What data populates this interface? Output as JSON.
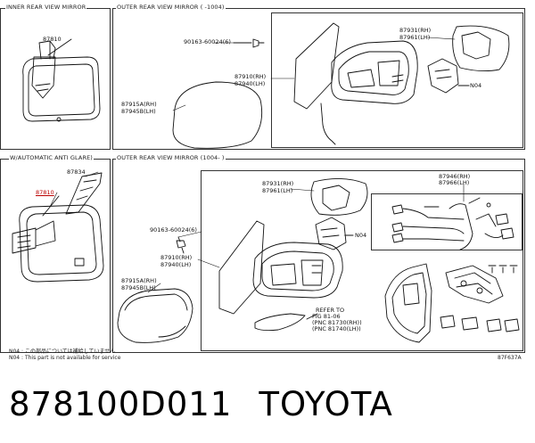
{
  "sections": {
    "inner": "INNER REAR VIEW MIRROR",
    "outer_top": "OUTER REAR VIEW MIRROR (    -1004)",
    "auto": "W/AUTOMATIC ANTI GLARE)",
    "outer_bottom": "OUTER REAR VIEW MIRROR (1004-    )"
  },
  "labels": {
    "p87810a": "87810",
    "bolt_top": "90163-60024(6)",
    "p87931_top": "87931(RH)",
    "p87961_top": "87961(LH)",
    "p87910_top": "87910(RH)",
    "p87940_top": "87940(LH)",
    "p87915_top": "87915A(RH)",
    "p87945_top": "87945B(LH)",
    "n04_top": "N04",
    "p87834": "87834",
    "p87810b": "87810",
    "bolt_bot": "90163-60024(6)",
    "p87931_bot": "87931(RH)",
    "p87961_bot": "87961(LH)",
    "p87910_bot": "87910(RH)",
    "p87940_bot": "87940(LH)",
    "p87915_bot": "87915A(RH)",
    "p87945_bot": "87945B(LH)",
    "n04_bot": "N04",
    "p87946": "87946(RH)",
    "p87966": "87966(LH)",
    "refer1": "REFER TO",
    "refer2": "FIG 81-06",
    "refer3": "(PNC 81730(RH))",
    "refer4": "(PNC 81740(LH))"
  },
  "notes": {
    "n1": "N04 : この部品については補給していません",
    "n2": "N04 : This part is not available for service",
    "code": "87F637A"
  },
  "footer": {
    "part_number": "878100D011",
    "brand": "TOYOTA"
  }
}
